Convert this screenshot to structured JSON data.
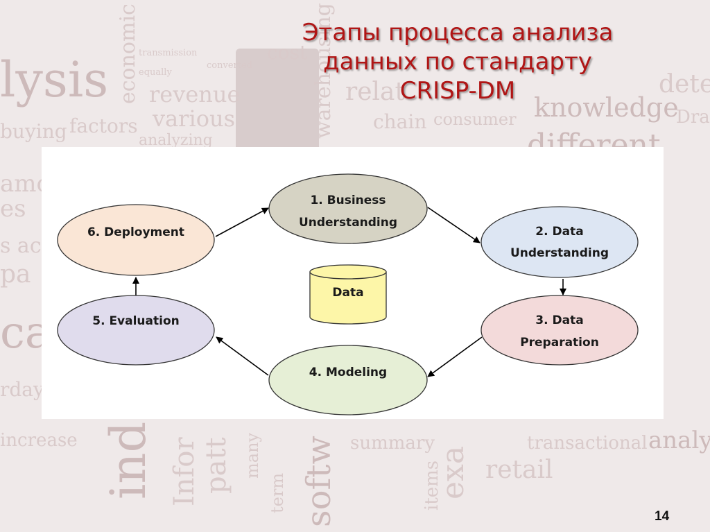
{
  "slide": {
    "title_line1": "Этапы процесса анализа",
    "title_line2": "данных по стандарту",
    "title_line3": "CRISP-DM",
    "page_number": "14"
  },
  "diagram": {
    "nodes": [
      {
        "id": "business",
        "line1": "1. Business",
        "line2": "Understanding",
        "color": "#d6d3c4"
      },
      {
        "id": "data_understanding",
        "line1": "2. Data",
        "line2": "Understanding",
        "color": "#dde6f3"
      },
      {
        "id": "data_preparation",
        "line1": "3. Data",
        "line2": "Preparation",
        "color": "#f3dada"
      },
      {
        "id": "modeling",
        "line1": "4. Modeling",
        "line2": "",
        "color": "#e6efd6"
      },
      {
        "id": "evaluation",
        "line1": "5. Evaluation",
        "line2": "",
        "color": "#e0dced"
      },
      {
        "id": "deployment",
        "line1": "6. Deployment",
        "line2": "",
        "color": "#fae6d6"
      }
    ],
    "center": {
      "label": "Data",
      "color": "#fdf6a8"
    }
  },
  "background_words": [
    "lysis",
    "economic",
    "revenue",
    "various",
    "factors",
    "buying",
    "analyzing",
    "cost",
    "converted",
    "equally",
    "transmission",
    "chain",
    "consumer",
    "knowledge",
    "different",
    "dete",
    "Dra",
    "warehousing",
    "relat",
    "increase",
    "summary",
    "transactional",
    "analy",
    "retail",
    "items",
    "exa",
    "many",
    "term",
    "softw",
    "patt",
    "Infor",
    "ind",
    "es",
    "ca",
    "rday",
    "pa",
    "s ac",
    "amo"
  ]
}
